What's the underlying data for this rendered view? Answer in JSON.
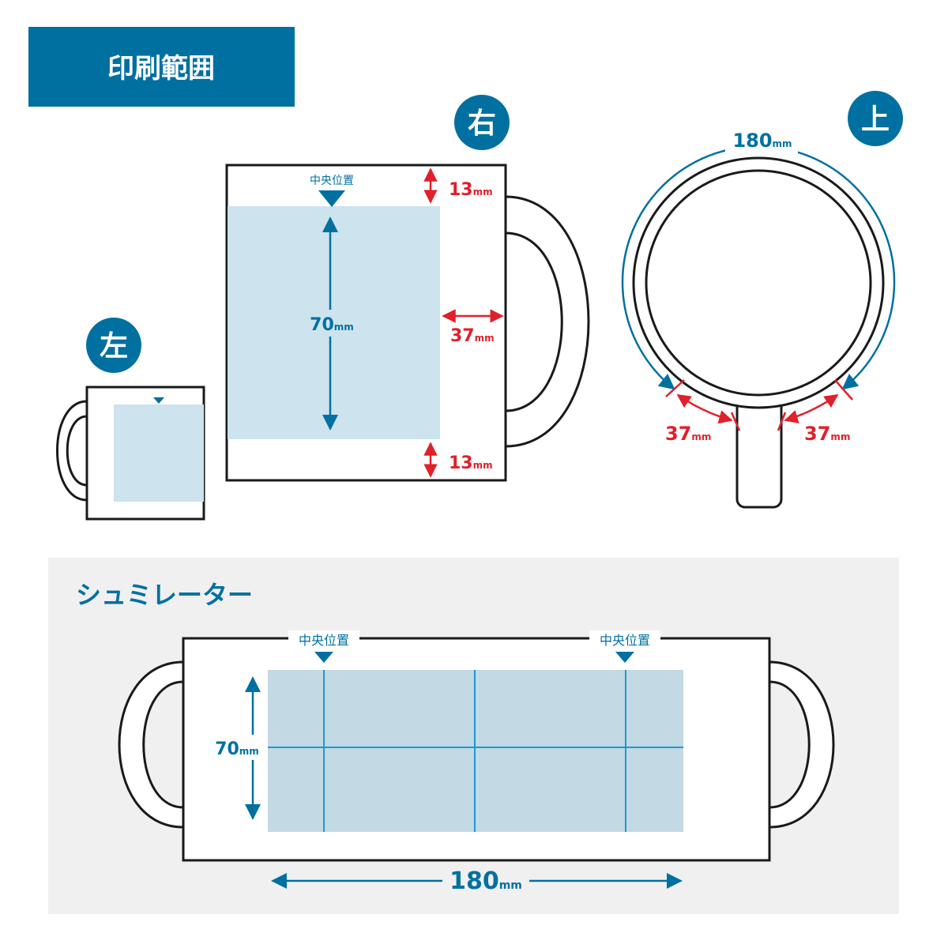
{
  "header": {
    "title": "印刷範囲"
  },
  "views": {
    "left": {
      "badge": "左"
    },
    "right": {
      "badge": "右",
      "center_label": "中央位置",
      "top_margin": {
        "value": "13",
        "unit": "mm"
      },
      "bottom_margin": {
        "value": "13",
        "unit": "mm"
      },
      "height": {
        "value": "70",
        "unit": "mm"
      },
      "handle_gap": {
        "value": "37",
        "unit": "mm"
      }
    },
    "top": {
      "badge": "上",
      "circumference": {
        "value": "180",
        "unit": "mm"
      },
      "left_gap": {
        "value": "37",
        "unit": "mm"
      },
      "right_gap": {
        "value": "37",
        "unit": "mm"
      }
    }
  },
  "simulator": {
    "title": "シュミレーター",
    "center_label_left": "中央位置",
    "center_label_right": "中央位置",
    "height": {
      "value": "70",
      "unit": "mm"
    },
    "width": {
      "value": "180",
      "unit": "mm"
    }
  },
  "colors": {
    "brand_blue": "#0070a0",
    "dim_red": "#e0202b",
    "print_area": "#cde3ee",
    "sim_area": "#c3d9e3",
    "guide_line": "#1a9ad8",
    "panel_bg": "#f0f0f0",
    "outline": "#1a1a1a"
  }
}
